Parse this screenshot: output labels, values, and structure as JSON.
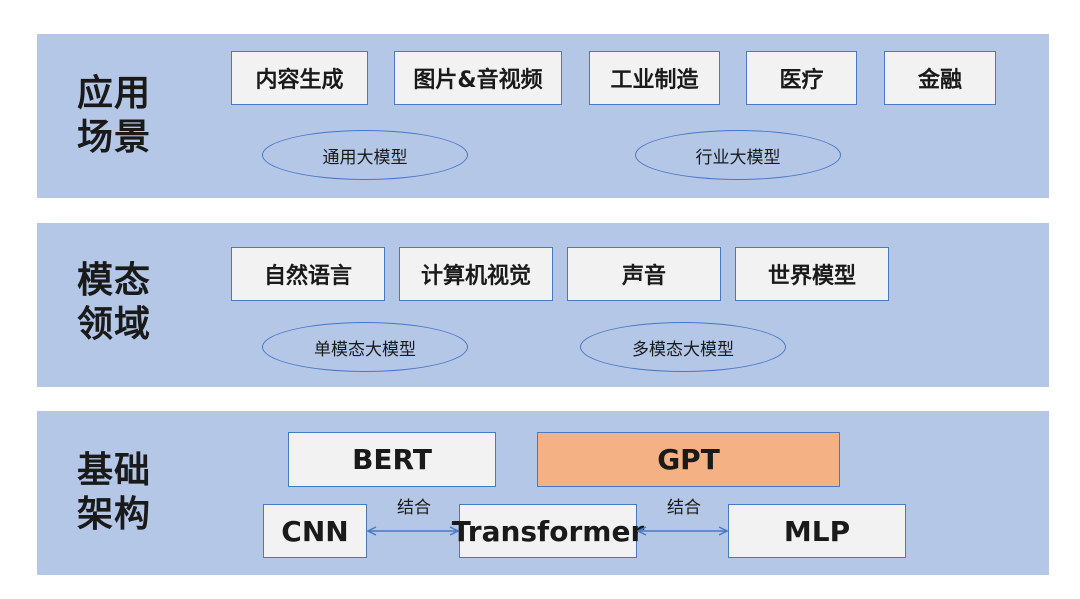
{
  "layers": {
    "application": {
      "title_line1": "应用",
      "title_line2": "场景",
      "boxes": [
        "内容生成",
        "图片&音视频",
        "工业制造",
        "医疗",
        "金融"
      ],
      "ovals": [
        "通用大模型",
        "行业大模型"
      ]
    },
    "modality": {
      "title_line1": "模态",
      "title_line2": "领域",
      "boxes": [
        "自然语言",
        "计算机视觉",
        "声音",
        "世界模型"
      ],
      "ovals": [
        "单模态大模型",
        "多模态大模型"
      ]
    },
    "architecture": {
      "title_line1": "基础",
      "title_line2": "架构",
      "top_boxes": [
        "BERT",
        "GPT"
      ],
      "bottom_boxes": [
        "CNN",
        "Transformer",
        "MLP"
      ],
      "connector_labels": [
        "结合",
        "结合"
      ]
    }
  },
  "colors": {
    "band_fill": "#b4c7e7",
    "box_fill": "#f2f2f2",
    "box_border": "#4a78c2",
    "highlight_fill": "#f4b183",
    "arrow": "#4a78c2"
  }
}
